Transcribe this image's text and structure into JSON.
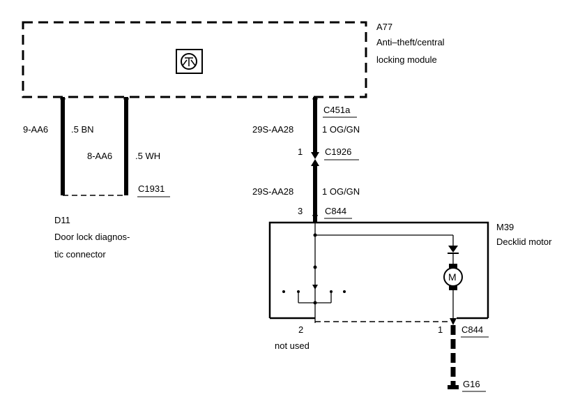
{
  "module": {
    "id": "A77",
    "name_line1": "Anti–theft/central",
    "name_line2": "locking module"
  },
  "connector_d11": {
    "id": "D11",
    "name_line1": "Door lock diagnos-",
    "name_line2": "tic connector",
    "ref": "C1931"
  },
  "wire_left1": {
    "circuit": "9-AA6",
    "spec": ".5 BN"
  },
  "wire_left2": {
    "circuit": "8-AA6",
    "spec": ".5 WH"
  },
  "wire_right_upper": {
    "connector": "C451a",
    "circuit": "29S-AA28",
    "spec": "1 OG/GN",
    "pin": "1",
    "inline_connector": "C1926"
  },
  "wire_right_lower": {
    "circuit": "29S-AA28",
    "spec": "1 OG/GN",
    "pin": "3",
    "connector": "C844"
  },
  "motor": {
    "id": "M39",
    "name": "Decklid motor",
    "symbol": "M"
  },
  "motor_pin2": {
    "pin": "2",
    "note": "not used"
  },
  "motor_pin1": {
    "pin": "1",
    "connector": "C844"
  },
  "ground": {
    "id": "G16"
  },
  "icons": {
    "module_symbol": "transistor-symbol-icon",
    "motor_symbol": "motor-icon",
    "diode": "diode-icon"
  }
}
